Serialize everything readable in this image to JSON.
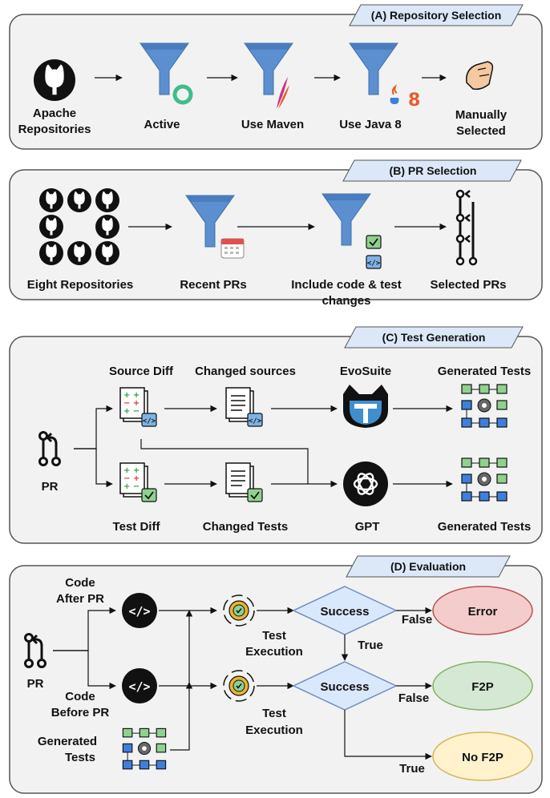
{
  "sectionA": {
    "title": "(A) Repository Selection",
    "source_line1": "Apache",
    "source_line2": "Repositories",
    "filter1": "Active",
    "filter2": "Use Maven",
    "filter3": "Use Java 8",
    "result_line1": "Manually",
    "result_line2": "Selected"
  },
  "sectionB": {
    "title": "(B) PR Selection",
    "source": "Eight Repositories",
    "filter1": "Recent PRs",
    "filter2_line1": "Include code & test",
    "filter2_line2": "changes",
    "result": "Selected PRs"
  },
  "sectionC": {
    "title": "(C) Test Generation",
    "pr": "PR",
    "source_diff": "Source Diff",
    "test_diff": "Test Diff",
    "changed_sources": "Changed sources",
    "changed_tests": "Changed Tests",
    "evosuite": "EvoSuite",
    "gpt": "GPT",
    "generated_tests_top": "Generated Tests",
    "generated_tests_bottom": "Generated Tests"
  },
  "sectionD": {
    "title": "(D) Evaluation",
    "pr": "PR",
    "code_after_line1": "Code",
    "code_after_line2": "After PR",
    "code_before_line1": "Code",
    "code_before_line2": "Before PR",
    "generated_line1": "Generated",
    "generated_line2": "Tests",
    "test_exec1_line1": "Test",
    "test_exec1_line2": "Execution",
    "test_exec2_line1": "Test",
    "test_exec2_line2": "Execution",
    "decision1": "Success",
    "decision2": "Success",
    "false1": "False",
    "false2": "False",
    "true1": "True",
    "true2": "True",
    "error": "Error",
    "f2p": "F2P",
    "no_f2p": "No F2P"
  },
  "colors": {
    "panel_bg": "#f2f2f2",
    "panel_border": "#555555",
    "title_tab": "#dce8f8",
    "funnel": "#5b8fcf",
    "error_fill": "#f4cccc",
    "f2p_fill": "#d5e8d4",
    "nof2p_fill": "#fff2cc",
    "decision_fill": "#dae8fc"
  }
}
